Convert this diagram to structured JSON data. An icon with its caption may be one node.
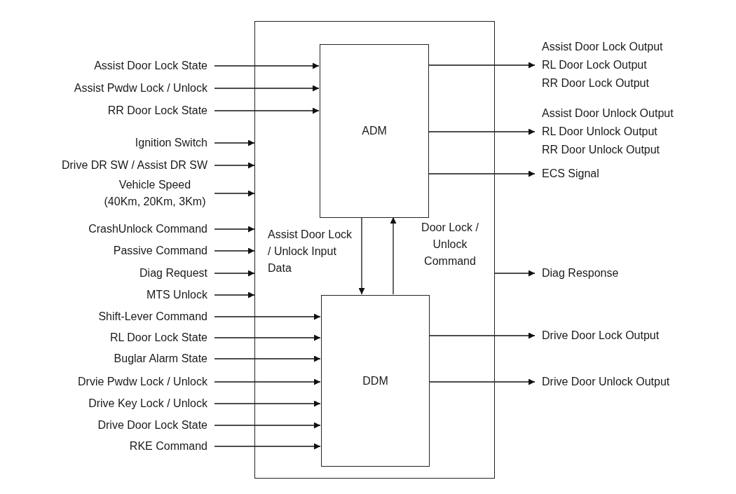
{
  "diagram": {
    "nodes": [
      {
        "text": [],
        "shape": "box"
      },
      {
        "text": [
          "ADM"
        ],
        "in": 0
      },
      {
        "text": [
          "DDM"
        ],
        "in": 0
      },
      {
        "text": [
          "Assist Door Lock State"
        ]
      },
      {
        "text": [
          "Assist Pwdw Lock / Unlock"
        ]
      },
      {
        "text": [
          "RR Door Lock State"
        ]
      },
      {
        "text": [
          "Ignition Switch"
        ]
      },
      {
        "text": [
          "Drive DR SW / Assist DR SW"
        ]
      },
      {
        "text": [
          "Vehicle Speed (40Km, 20Km, 3Km)"
        ]
      },
      {
        "text": [
          "CrashUnlock Command"
        ]
      },
      {
        "text": [
          "Passive Command"
        ]
      },
      {
        "text": [
          "Diag Request"
        ]
      },
      {
        "text": [
          "MTS Unlock"
        ]
      },
      {
        "text": [
          "Shift-Lever Command"
        ]
      },
      {
        "text": [
          "RL Door Lock State"
        ]
      },
      {
        "text": [
          "Buglar Alarm State"
        ]
      },
      {
        "text": [
          "Drvie Pwdw Lock / Unlock"
        ]
      },
      {
        "text": [
          "Drive Key Lock / Unlock"
        ]
      },
      {
        "text": [
          "Drive Door Lock State"
        ]
      },
      {
        "text": [
          "RKE Command"
        ]
      },
      {
        "text": [
          "Assist Door Lock Output",
          "RL Door Lock Output",
          "RR Door Lock Output"
        ]
      },
      {
        "text": [
          "Assist Door Unlock Output",
          "RL Door Unlock Output",
          "RR Door Unlock Output"
        ]
      },
      {
        "text": [
          "ECS Signal"
        ]
      },
      {
        "text": [
          "Diag Response"
        ]
      },
      {
        "text": [
          "Drive Door Lock Output"
        ]
      },
      {
        "text": [
          "Drive Door Unlock Output"
        ]
      }
    ],
    "edges": [
      {
        "from": 3,
        "to": 1,
        "arrow": "to"
      },
      {
        "from": 4,
        "to": 1,
        "arrow": "to"
      },
      {
        "from": 5,
        "to": 1,
        "arrow": "to"
      },
      {
        "from": 6,
        "to": 0,
        "arrow": "to"
      },
      {
        "from": 7,
        "to": 0,
        "arrow": "to"
      },
      {
        "from": 8,
        "to": 0,
        "arrow": "to"
      },
      {
        "from": 9,
        "to": 0,
        "arrow": "to"
      },
      {
        "from": 10,
        "to": 0,
        "arrow": "to"
      },
      {
        "from": 11,
        "to": 0,
        "arrow": "to"
      },
      {
        "from": 12,
        "to": 0,
        "arrow": "to"
      },
      {
        "from": 13,
        "to": 2,
        "arrow": "to"
      },
      {
        "from": 14,
        "to": 2,
        "arrow": "to"
      },
      {
        "from": 15,
        "to": 2,
        "arrow": "to"
      },
      {
        "from": 16,
        "to": 2,
        "arrow": "to"
      },
      {
        "from": 17,
        "to": 2,
        "arrow": "to"
      },
      {
        "from": 18,
        "to": 2,
        "arrow": "to"
      },
      {
        "from": 19,
        "to": 2,
        "arrow": "to"
      },
      {
        "from": 1,
        "to": 20,
        "arrow": "to"
      },
      {
        "from": 1,
        "to": 21,
        "arrow": "to"
      },
      {
        "from": 1,
        "to": 22,
        "arrow": "to"
      },
      {
        "from": 0,
        "to": 23,
        "arrow": "to"
      },
      {
        "from": 2,
        "to": 24,
        "arrow": "to"
      },
      {
        "from": 2,
        "to": 25,
        "arrow": "to"
      },
      {
        "from": 1,
        "to": 2,
        "arrow": "to",
        "label": "Assist Door Lock / Unlock Input Data"
      },
      {
        "from": 2,
        "to": 1,
        "arrow": "to",
        "label": "Door Lock / Unlock Command"
      }
    ]
  }
}
